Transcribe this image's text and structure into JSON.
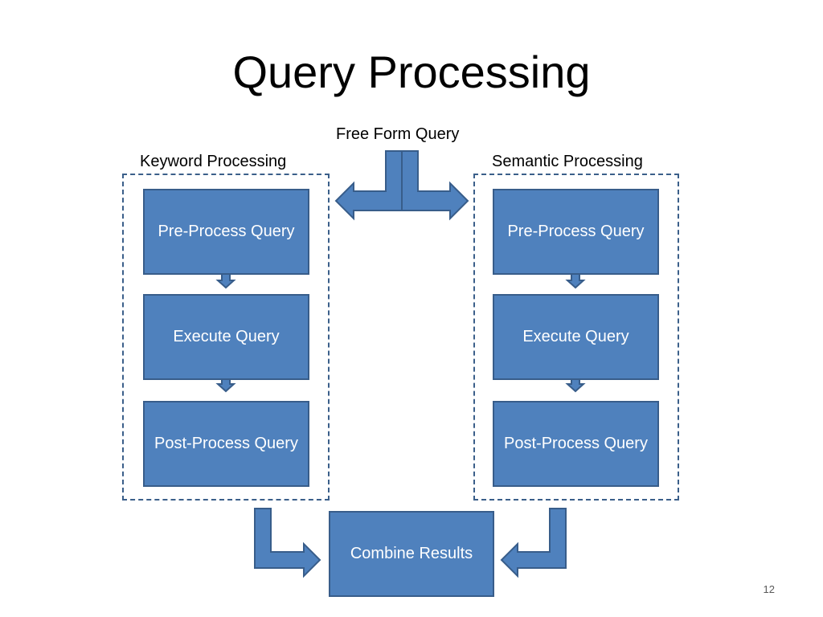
{
  "slide": {
    "title": "Query Processing",
    "page_number": "12"
  },
  "input_label": "Free Form Query",
  "keyword_group": {
    "label": "Keyword Processing",
    "steps": [
      "Pre-Process Query",
      "Execute Query",
      "Post-Process Query"
    ]
  },
  "semantic_group": {
    "label": "Semantic Processing",
    "steps": [
      "Pre-Process Query",
      "Execute Query",
      "Post-Process Query"
    ]
  },
  "combine": {
    "label": "Combine Results"
  },
  "colors": {
    "box_fill": "#4f81bd",
    "box_border": "#385d8a",
    "dashed_border": "#3b5f8a"
  }
}
